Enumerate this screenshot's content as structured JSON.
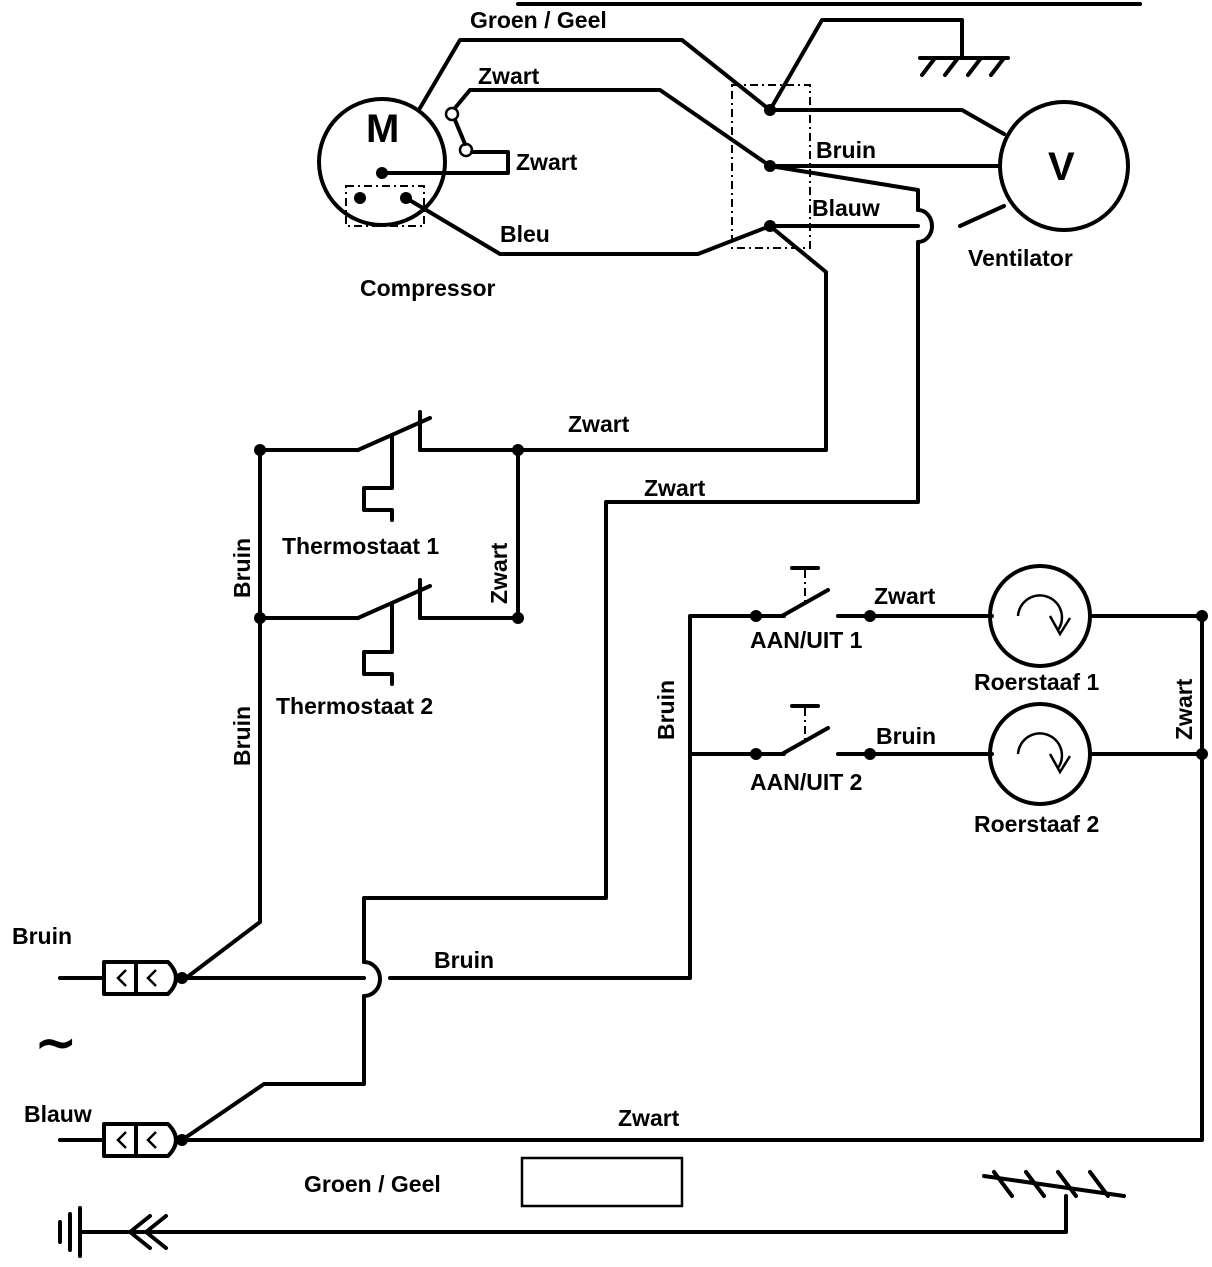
{
  "labels": {
    "groen_geel_top": "Groen / Geel",
    "zwart_comp_top": "Zwart",
    "zwart_comp_mid": "Zwart",
    "bleu": "Bleu",
    "bruin_vent": "Bruin",
    "blauw_vent": "Blauw",
    "compressor": "Compressor",
    "ventilator": "Ventilator",
    "motor_m": "M",
    "motor_v": "V",
    "zwart_thermo_top": "Zwart",
    "zwart_mid": "Zwart",
    "zwart_vertical": "Zwart",
    "bruin_left_upper": "Bruin",
    "bruin_left_lower": "Bruin",
    "thermostaat_1": "Thermostaat 1",
    "thermostaat_2": "Thermostaat 2",
    "zwart_switch1": "Zwart",
    "bruin_switch2": "Bruin",
    "aan_uit_1": "AAN/UIT 1",
    "aan_uit_2": "AAN/UIT 2",
    "roerstaaf_1": "Roerstaaf 1",
    "roerstaaf_2": "Roerstaaf 2",
    "zwart_right_vertical": "Zwart",
    "bruin_switch_vertical": "Bruin",
    "bruin_plug": "Bruin",
    "bruin_bottom_wire": "Bruin",
    "tilde": "~",
    "blauw_plug": "Blauw",
    "zwart_bottom_wire": "Zwart",
    "groen_geel_bottom": "Groen / Geel"
  }
}
